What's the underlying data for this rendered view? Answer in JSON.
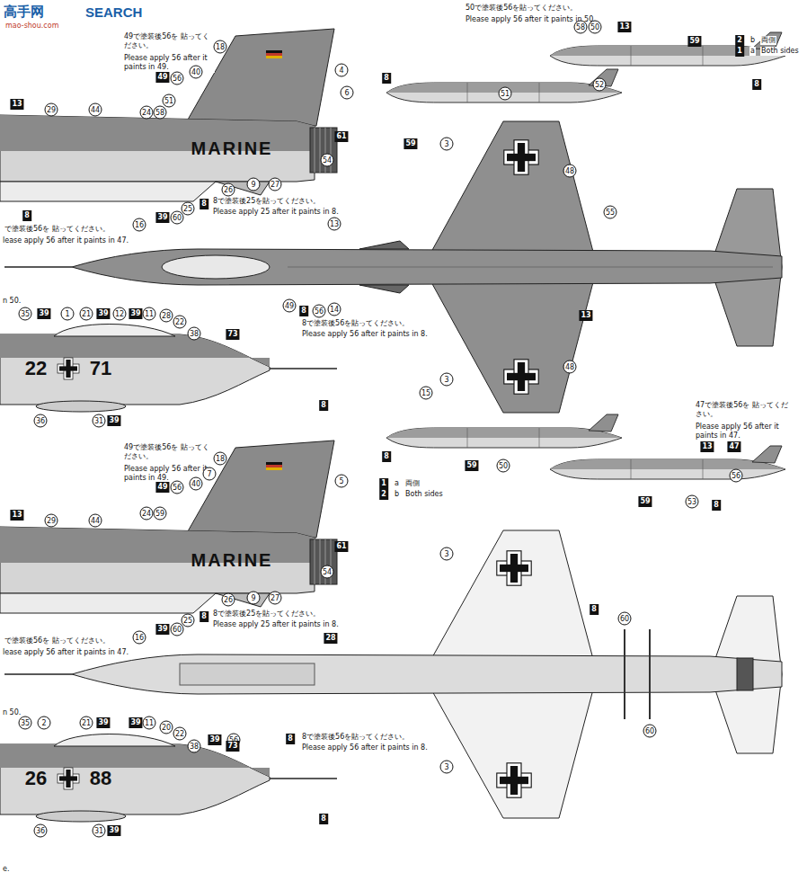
{
  "diagram": {
    "labels": [
      "高手网",
      "SEARCH",
      "mao-shou.com",
      "49で塗装後56を 貼ってください。",
      "Please apply 56 after it paints in 49.",
      "50で塗装後56を貼ってください。",
      "Please apply 56 after it paints in 50.",
      "18",
      "40",
      "49",
      "56",
      "4",
      "6",
      "51",
      "24",
      "58",
      "13",
      "29",
      "44",
      "MARINE",
      "61",
      "54",
      "9",
      "27",
      "26",
      "8",
      "8で塗装後25を貼ってください。",
      "Please apply 25 after it paints in 8.",
      "25",
      "60",
      "39",
      "16",
      "8",
      "で塗装後56を 貼ってください。",
      "lease apply 56 after it paints in 47.",
      "n 50.",
      "58",
      "50",
      "13",
      "59",
      "2",
      "b",
      "両側",
      "1",
      "a",
      "Both sides",
      "8",
      "59",
      "51",
      "52",
      "8",
      "3",
      "48",
      "55",
      "13",
      "49",
      "8",
      "56",
      "14",
      "8で塗装後56を貼ってください。",
      "Please apply 56 after it paints in 8.",
      "13",
      "3",
      "48",
      "15",
      "35",
      "39",
      "1",
      "21",
      "39",
      "12",
      "39",
      "11",
      "28",
      "22",
      "38",
      "73",
      "22",
      "71",
      "36",
      "31",
      "39",
      "8",
      "8",
      "59",
      "50",
      "47で塗装後56を 貼ってください。",
      "Please apply 56 after it paints in 47.",
      "13",
      "47",
      "56",
      "1",
      "a",
      "両側",
      "2",
      "b",
      "Both sides",
      "59",
      "53",
      "8",
      "49で塗装後56を 貼ってください。",
      "Please apply 56 after it paints in 49.",
      "18",
      "7",
      "5",
      "40",
      "49",
      "56",
      "24",
      "59",
      "13",
      "29",
      "44",
      "MARINE",
      "61",
      "54",
      "9",
      "27",
      "26",
      "8",
      "8で塗装後25を貼ってください。",
      "Please apply 25 after it paints in 8.",
      "25",
      "60",
      "39",
      "16",
      "で塗装後56を 貼ってください。",
      "lease apply 56 after it paints in 47.",
      "28",
      "3",
      "8",
      "60",
      "n 50.",
      "39",
      "56",
      "8",
      "8で塗装後56を貼ってください。",
      "Please apply 56 after it paints in 8.",
      "60",
      "3",
      "35",
      "2",
      "21",
      "39",
      "39",
      "11",
      "20",
      "22",
      "38",
      "73",
      "26",
      "88",
      "36",
      "31",
      "39",
      "8",
      "e."
    ]
  }
}
